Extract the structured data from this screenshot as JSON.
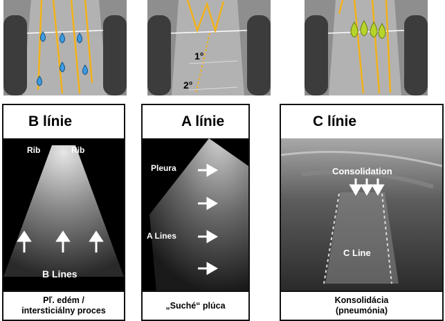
{
  "diagrams": [
    {
      "name": "B",
      "drops": "blue"
    },
    {
      "name": "A",
      "reflections": [
        "1°",
        "2°"
      ]
    },
    {
      "name": "C",
      "drops": "green"
    }
  ],
  "panels": [
    {
      "title": "B línie",
      "labels": {
        "rib_left": "Rib",
        "rib_right": "Rib",
        "lines": "B Lines"
      },
      "caption_line1": "Pľ. edém /",
      "caption_line2": "intersticiálny proces"
    },
    {
      "title": "A línie",
      "labels": {
        "pleura": "Pleura",
        "lines": "A Lines"
      },
      "caption_line1": "„Suché“ plúca",
      "caption_line2": ""
    },
    {
      "title": "C línie",
      "labels": {
        "consolidation": "Consolidation",
        "line": "C Line"
      },
      "caption_line1": "Konsolidácia",
      "caption_line2": "(pneumónia)"
    }
  ],
  "colors": {
    "ray": "#f2b21b",
    "drop_blue": "#3f9be0",
    "drop_green": "#b6d42a",
    "rib": "#3c3c3c",
    "tissue": "#9a9a9a"
  }
}
